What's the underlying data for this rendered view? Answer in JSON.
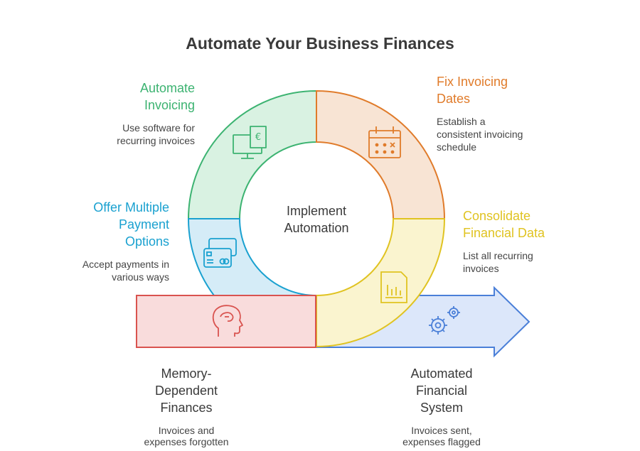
{
  "title": "Automate Your Business Finances",
  "center": {
    "line1": "Implement",
    "line2": "Automation"
  },
  "segments": {
    "automate_invoicing": {
      "heading": [
        "Automate",
        "Invoicing"
      ],
      "desc": [
        "Use software for",
        "recurring invoices"
      ],
      "color": "#3cb371",
      "fill": "#d9f2e2",
      "icon": "invoice-monitor-icon"
    },
    "fix_dates": {
      "heading": [
        "Fix Invoicing",
        "Dates"
      ],
      "desc": [
        "Establish a",
        "consistent invoicing",
        "schedule"
      ],
      "color": "#e07b2a",
      "fill": "#f8e4d4",
      "icon": "calendar-icon"
    },
    "consolidate": {
      "heading": [
        "Consolidate",
        "Financial Data"
      ],
      "desc": [
        "List all recurring",
        "invoices"
      ],
      "color": "#e0c321",
      "fill": "#faf4cf",
      "icon": "document-chart-icon"
    },
    "payment_options": {
      "heading": [
        "Offer Multiple",
        "Payment",
        "Options"
      ],
      "desc": [
        "Accept payments in",
        "various ways"
      ],
      "color": "#1aa1d0",
      "fill": "#d5ecf7",
      "icon": "credit-cards-icon"
    }
  },
  "from_state": {
    "heading": [
      "Memory-",
      "Dependent",
      "Finances"
    ],
    "desc": [
      "Invoices and",
      "expenses forgotten"
    ],
    "color": "#d9534f",
    "fill": "#f9dcdc",
    "icon": "head-brain-icon"
  },
  "to_state": {
    "heading": [
      "Automated",
      "Financial",
      "System"
    ],
    "desc": [
      "Invoices sent,",
      "expenses flagged"
    ],
    "color": "#4a7fd8",
    "fill": "#dce7fa",
    "icon": "gears-icon"
  }
}
